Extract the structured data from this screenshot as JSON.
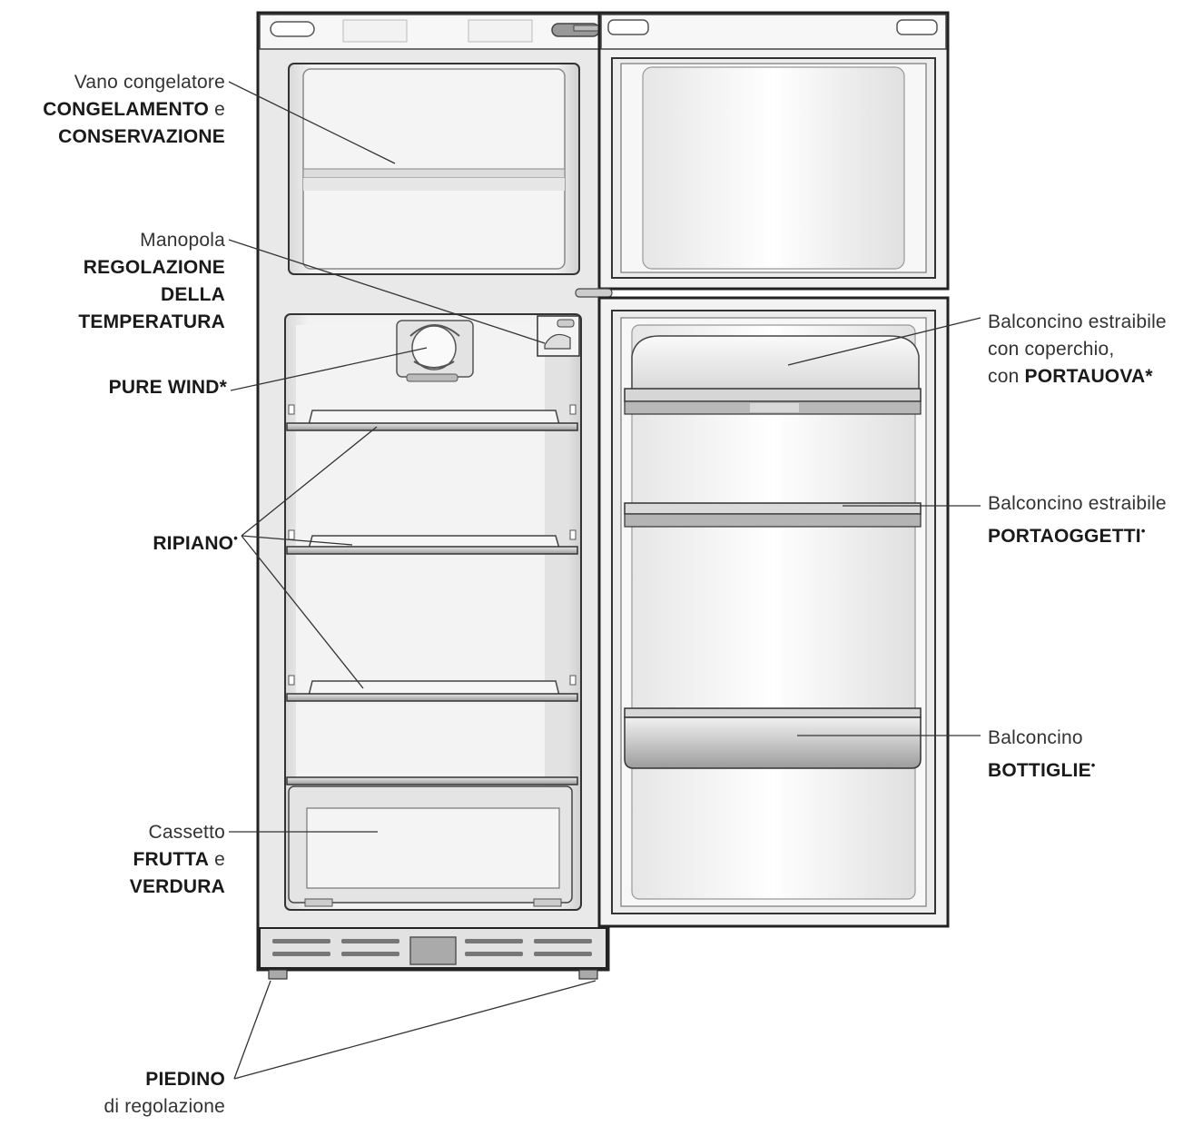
{
  "labels": {
    "freezer": {
      "line1": "Vano congelatore",
      "line2_bold": "CONGELAMENTO",
      "line2_tail": " e",
      "line3_bold": "CONSERVAZIONE"
    },
    "knob": {
      "line1": "Manopola",
      "line2_bold": "REGOLAZIONE",
      "line3_bold": "DELLA",
      "line4_bold": "TEMPERATURA"
    },
    "purewind": {
      "line1_bold": "PURE WIND",
      "mark": "*"
    },
    "shelf": {
      "line1_bold": "RIPIANO",
      "mark": "•"
    },
    "drawer": {
      "line1": "Cassetto",
      "line2_bold": "FRUTTA",
      "line2_tail": " e",
      "line3_bold": "VERDURA"
    },
    "foot": {
      "line1_bold": "PIEDINO",
      "line2": "di regolazione"
    },
    "egg_balcony": {
      "line1": "Balconcino estraibile",
      "line2": "con coperchio,",
      "line3_lead": "con ",
      "line3_bold": "PORTAUOVA",
      "mark": "*"
    },
    "storage_balcony": {
      "line1": "Balconcino estraibile",
      "line2_bold": "PORTAOGGETTI",
      "mark": "•"
    },
    "bottle_balcony": {
      "line1": "Balconcino",
      "line2_bold": "BOTTIGLIE",
      "mark": "•"
    }
  }
}
